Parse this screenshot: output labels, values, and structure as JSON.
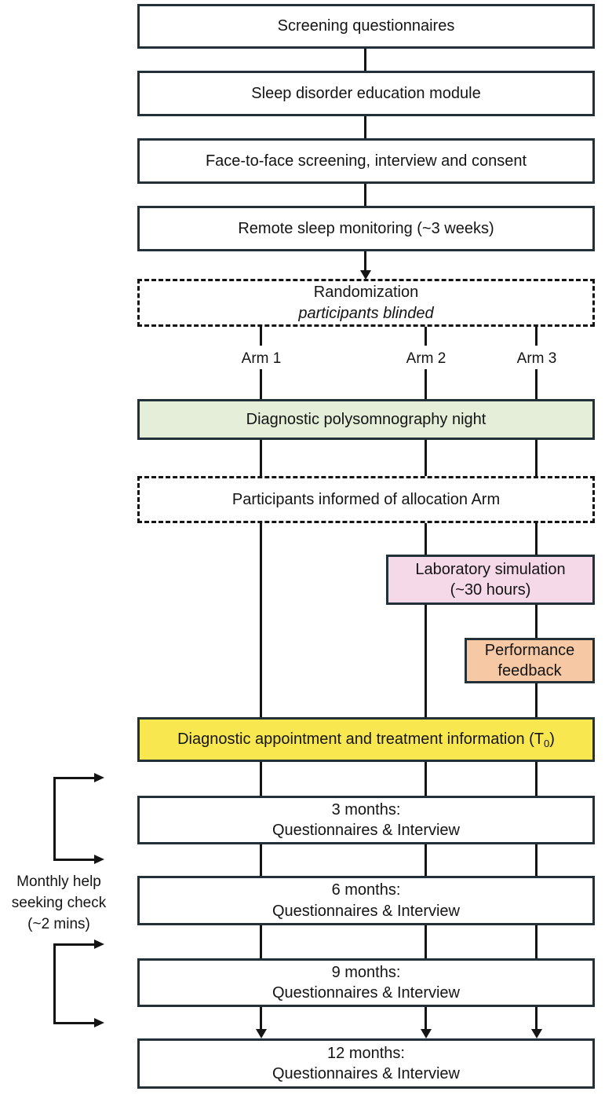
{
  "colors": {
    "box_border": "#223038",
    "line": "#141414",
    "psg_fill": "#e4eed8",
    "lab_fill": "#f5d9e9",
    "feedback_fill": "#f6c9a4",
    "t0_fill": "#f8e74e"
  },
  "top_sequence": [
    {
      "label": "Screening questionnaires"
    },
    {
      "label": "Sleep disorder education module"
    },
    {
      "label": "Face-to-face screening, interview and consent"
    },
    {
      "label": "Remote sleep monitoring (~3 weeks)"
    }
  ],
  "randomization": {
    "title": "Randomization",
    "note": "participants blinded"
  },
  "arms": [
    {
      "label": "Arm 1"
    },
    {
      "label": "Arm 2"
    },
    {
      "label": "Arm 3"
    }
  ],
  "psg": {
    "label": "Diagnostic polysomnography night"
  },
  "allocation": {
    "label": "Participants informed of allocation Arm"
  },
  "lab_simulation": {
    "line1": "Laboratory simulation",
    "line2": "(~30 hours)"
  },
  "performance_feedback": {
    "line1": "Performance",
    "line2": "feedback"
  },
  "t0": {
    "text_before_sub": "Diagnostic appointment and treatment information (T",
    "sub": "0",
    "text_after_sub": ")"
  },
  "followups": [
    {
      "title": "3 months:",
      "detail": "Questionnaires & Interview"
    },
    {
      "title": "6 months:",
      "detail": "Questionnaires & Interview"
    },
    {
      "title": "9 months:",
      "detail": "Questionnaires & Interview"
    },
    {
      "title": "12 months:",
      "detail": "Questionnaires & Interview"
    }
  ],
  "monthly_check": {
    "line1": "Monthly help",
    "line2": "seeking check",
    "line3": "(~2 mins)"
  }
}
